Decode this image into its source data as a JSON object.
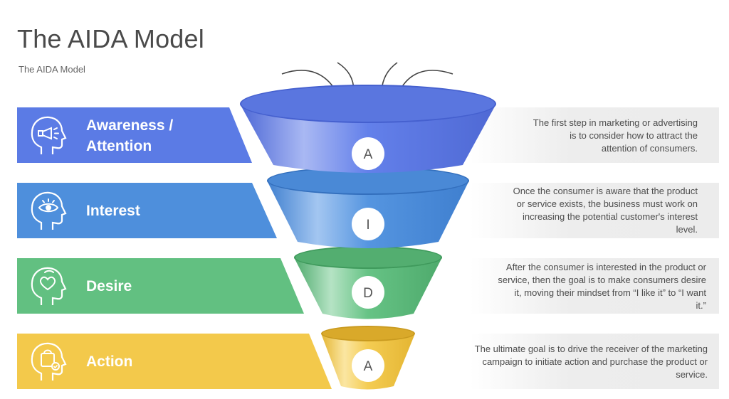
{
  "slide": {
    "title": "The AIDA Model",
    "subtitle": "The AIDA Model"
  },
  "stages": [
    {
      "label_line1": "Awareness /",
      "label_line2": "Attention",
      "letter": "A",
      "color": "#5b7be5",
      "icon": "head-megaphone-icon",
      "description": [
        "The first step in marketing or advertising",
        "is to consider how to attract the",
        "attention of consumers."
      ]
    },
    {
      "label_line1": "Interest",
      "letter": "I",
      "color": "#4e8fdc",
      "icon": "head-eye-icon",
      "description": [
        "Once the consumer is aware that the product",
        "or service exists, the business must work on",
        "increasing the potential customer's interest",
        "level."
      ]
    },
    {
      "label_line1": "Desire",
      "letter": "D",
      "color": "#62c081",
      "icon": "head-heart-icon",
      "description": [
        "After the consumer is interested in the product or",
        "service, then the goal is to make consumers desire",
        "it, moving their mindset from “I like it” to “I want",
        "it.”"
      ]
    },
    {
      "label_line1": "Action",
      "letter": "A",
      "color": "#f3c94b",
      "icon": "head-shopping-bag-icon",
      "description": [
        "The ultimate goal is to drive the receiver of the marketing",
        "campaign to initiate action and purchase the product or",
        "service."
      ]
    }
  ]
}
